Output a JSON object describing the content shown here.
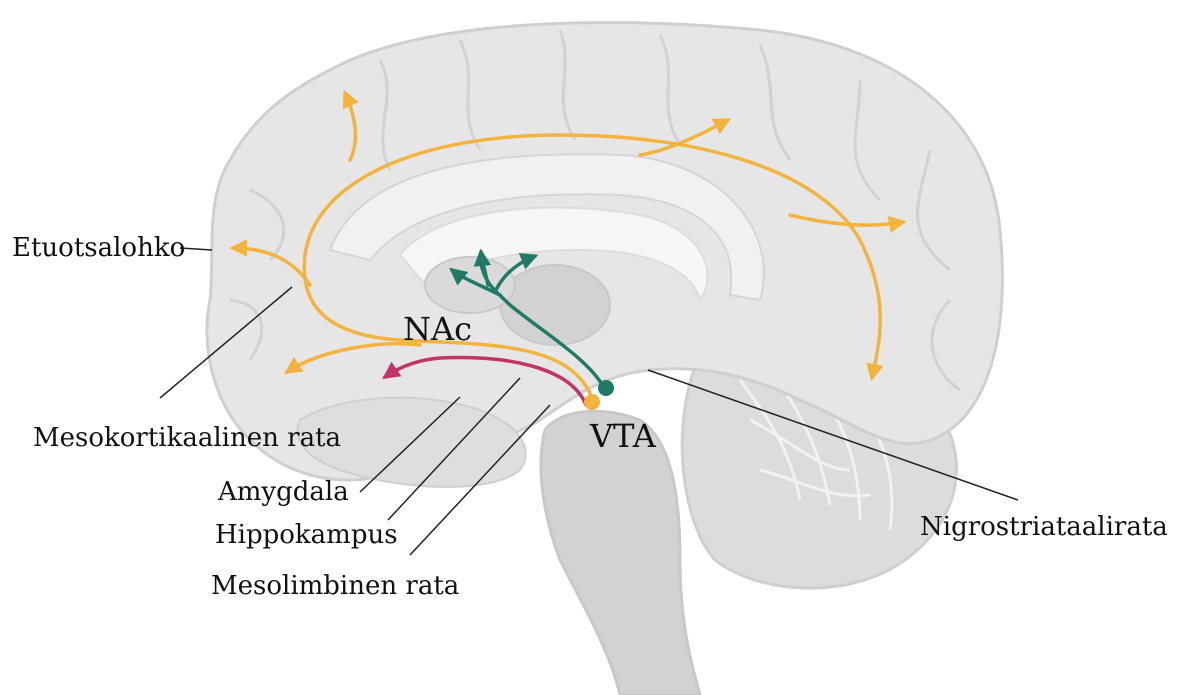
{
  "labels": {
    "etuotsalohko": "Etuotsalohko",
    "nac": "NAc",
    "vta": "VTA",
    "mesokortikaalinen": "Mesokortikaalinen rata",
    "amygdala": "Amygdala",
    "hippokampus": "Hippokampus",
    "mesolimbinen": "Mesolimbinen rata",
    "nigrostriataalirata": "Nigrostriataalirata"
  },
  "colors": {
    "mesocortical_pathway": "#f3b33d",
    "mesolimbic_pathway": "#c2336a",
    "nigrostriatal_pathway": "#1f7a66",
    "brain_fill": "#e6e6e6",
    "brain_outline": "#cfcfcf",
    "deep_structure": "#d2d2d2",
    "ventricle": "#f6f6f6",
    "label_text": "#111111"
  }
}
